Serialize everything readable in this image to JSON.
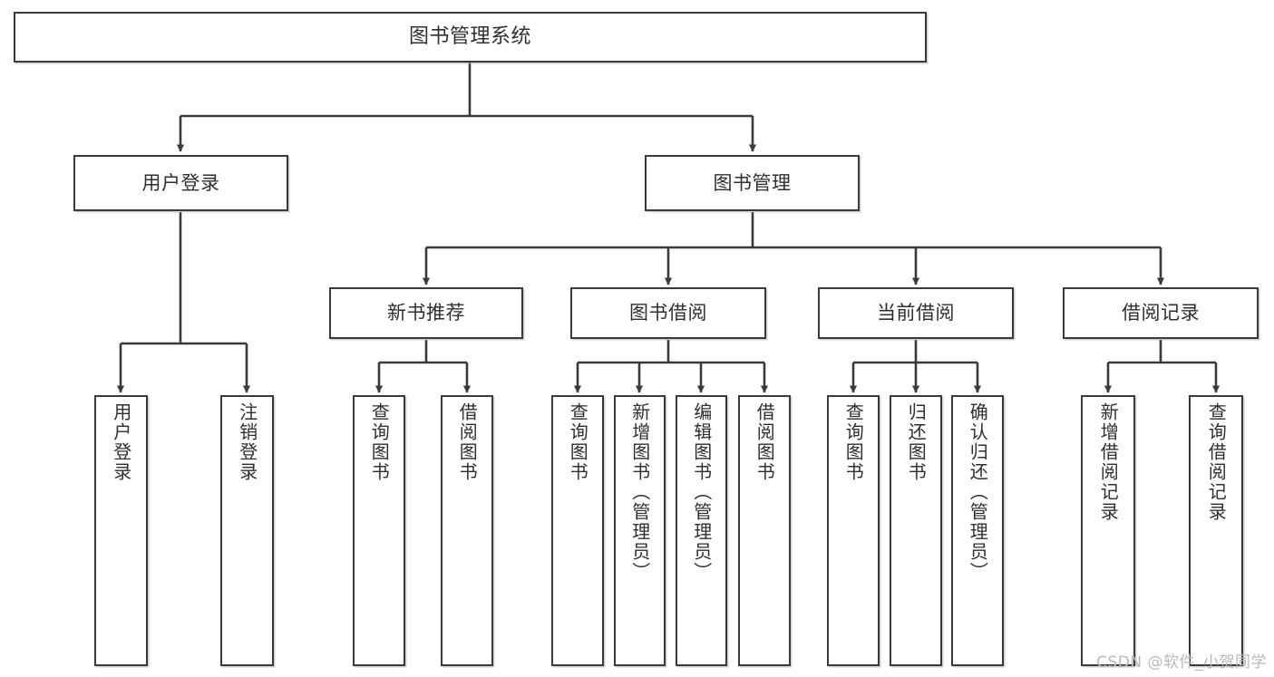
{
  "diagram": {
    "title": "图书管理系统",
    "type": "tree-hierarchy-chart",
    "orientation": "top-down",
    "colors": {
      "box_border": "#3a3a3a",
      "box_fill": "#ffffff",
      "connector": "#3a3a3a",
      "text": "#2f2f2f",
      "watermark": "#b9b9b9",
      "background": "#ffffff"
    }
  },
  "root": {
    "label": "图书管理系统"
  },
  "level2": [
    {
      "label": "用户登录"
    },
    {
      "label": "图书管理"
    }
  ],
  "level3": [
    {
      "label": "新书推荐"
    },
    {
      "label": "图书借阅"
    },
    {
      "label": "当前借阅"
    },
    {
      "label": "借阅记录"
    }
  ],
  "leaves": {
    "user_login": [
      {
        "label": "用户登录"
      },
      {
        "label": "注销登录"
      }
    ],
    "new_book_recommend": [
      {
        "label": "查询图书"
      },
      {
        "label": "借阅图书"
      }
    ],
    "book_borrow": [
      {
        "label": "查询图书"
      },
      {
        "label": "新增图书（管理员）"
      },
      {
        "label": "编辑图书（管理员）"
      },
      {
        "label": "借阅图书"
      }
    ],
    "current_borrow": [
      {
        "label": "查询图书"
      },
      {
        "label": "归还图书"
      },
      {
        "label": "确认归还（管理员）"
      }
    ],
    "borrow_record": [
      {
        "label": "新增借阅记录"
      },
      {
        "label": "查询借阅记录"
      }
    ]
  },
  "watermark": {
    "text": "CSDN @软件_小贺同学"
  }
}
